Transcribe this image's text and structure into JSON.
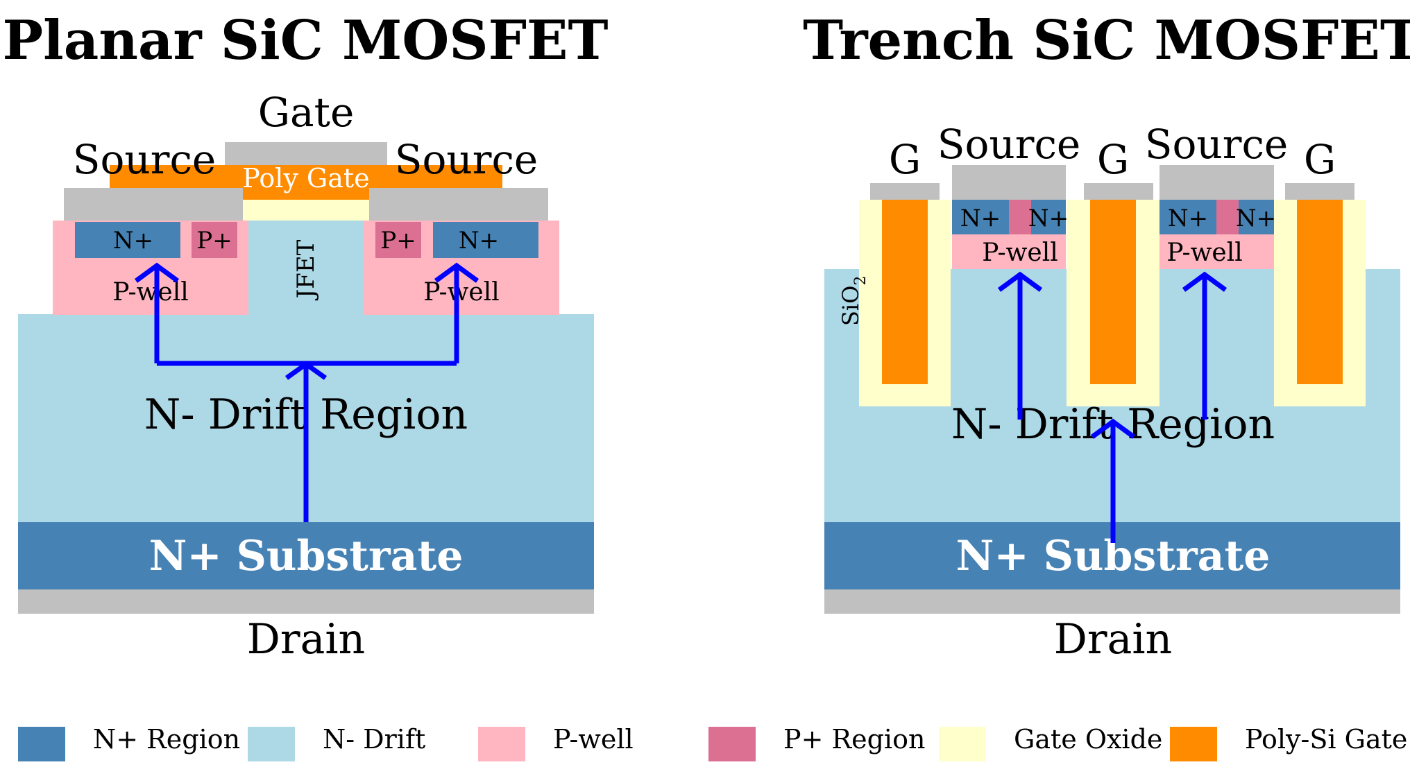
{
  "colors": {
    "n_plus": "#4682b4",
    "n_drift": "#add8e6",
    "p_well": "#ffb6c1",
    "p_plus": "#db7093",
    "gate_oxide": "#ffffcc",
    "poly_gate": "#ff8c00",
    "metal": "#c0c0c0",
    "current_arrow": "#0000ff"
  },
  "planar": {
    "title": "Planar SiC MOSFET",
    "gate_label": "Gate",
    "poly_gate_label": "Poly Gate",
    "source_left_label": "Source",
    "source_right_label": "Source",
    "n_plus_left": "N+",
    "p_plus_left": "P+",
    "p_plus_right": "P+",
    "n_plus_right": "N+",
    "p_well_left": "P-well",
    "p_well_right": "P-well",
    "jfet_label": "JFET",
    "drift_label": "N- Drift Region",
    "substrate_label": "N+ Substrate",
    "drain_label": "Drain"
  },
  "trench": {
    "title": "Trench SiC MOSFET",
    "gate_labels": [
      "G",
      "G",
      "G"
    ],
    "source_labels": [
      "Source",
      "Source"
    ],
    "n_plus_labels": [
      "N+",
      "N+",
      "N+",
      "N+"
    ],
    "p_well_labels": [
      "P-well",
      "P-well"
    ],
    "oxide_label": "SiO",
    "oxide_subscript": "2",
    "drift_label": "N- Drift Region",
    "substrate_label": "N+ Substrate",
    "drain_label": "Drain"
  },
  "legend": [
    {
      "label": "N+ Region",
      "color": "#4682b4"
    },
    {
      "label": "N- Drift",
      "color": "#add8e6"
    },
    {
      "label": "P-well",
      "color": "#ffb6c1"
    },
    {
      "label": "P+ Region",
      "color": "#db7093"
    },
    {
      "label": "Gate Oxide",
      "color": "#ffffcc"
    },
    {
      "label": "Poly-Si Gate",
      "color": "#ff8c00"
    }
  ]
}
